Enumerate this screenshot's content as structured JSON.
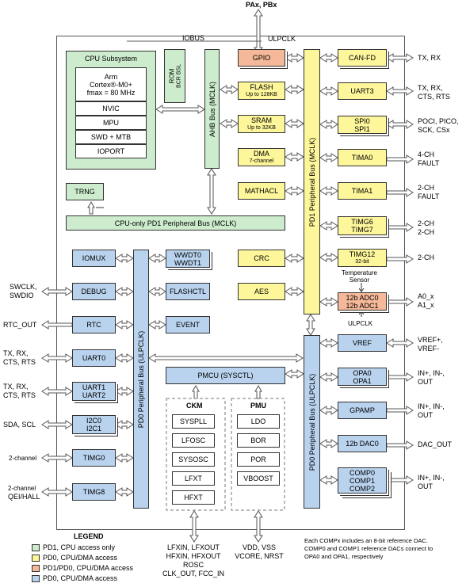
{
  "top": {
    "pins": "PAx, PBx",
    "iobus": "IOBUS",
    "ulpclk_top": "ULPCLK"
  },
  "cpu": {
    "title": "CPU Subsystem",
    "core_l1": "Arm",
    "core_l2": "Cortex®-M0+",
    "core_l3": "fmax = 80 MHz",
    "items": [
      "NVIC",
      "MPU",
      "SWD + MTB",
      "IOPORT"
    ]
  },
  "rom": {
    "label": "ROM",
    "sub": "BCR  BSL"
  },
  "ahb": {
    "label": "AHB Bus (MCLK)"
  },
  "pd1bus": {
    "label": "PD1 Peripheral Bus (MCLK)"
  },
  "pd0bus_left": {
    "label": "PD0 Peripheral Bus (ULPCLK)"
  },
  "pd0bus_right": {
    "label": "PD0 Peripheral Bus (ULPCLK)"
  },
  "cpu_only_bus": {
    "label": "CPU-only PD1 Peripheral Bus (MCLK)"
  },
  "mid": {
    "gpio": "GPIO",
    "flash": "FLASH",
    "flash_sub": "Up to 128KB",
    "sram": "SRAM",
    "sram_sub": "Up to 32KB",
    "dma": "DMA",
    "dma_sub": "7-channel",
    "mathacl": "MATHACL",
    "crc": "CRC",
    "aes": "AES",
    "trng": "TRNG"
  },
  "right": {
    "canfd": "CAN-FD",
    "uart3": "UART3",
    "spi0": "SPI0",
    "spi1": "SPI1",
    "tima0": "TIMA0",
    "tima1": "TIMA1",
    "timg6": "TIMG6",
    "timg7": "TIMG7",
    "timg12": "TIMG12",
    "timg12_sub": "32-bit",
    "temp1": "Temperature",
    "temp2": "Sensor",
    "adc0": "12b ADC0",
    "adc1": "12b ADC1",
    "ulpclk_adc": "ULPCLK",
    "vref": "VREF",
    "opa0": "OPA0",
    "opa1": "OPA1",
    "gpamp": "GPAMP",
    "dac0": "12b DAC0",
    "comp0": "COMP0",
    "comp1": "COMP1",
    "comp2": "COMP2"
  },
  "right_pins": {
    "canfd": "TX, RX",
    "uart3_1": "TX, RX,",
    "uart3_2": "CTS, RTS",
    "spi_1": "POCI, PICO,",
    "spi_2": "SCK, CSx",
    "tima0_1": "4-CH",
    "tima0_2": "FAULT",
    "tima1_1": "2-CH",
    "tima1_2": "FAULT",
    "timg67_1": "2-CH",
    "timg67_2": "2-CH",
    "timg12": "2-CH",
    "adc_1": "A0_x",
    "adc_2": "A1_x",
    "vref_1": "VREF+,",
    "vref_2": "VREF-",
    "opa_1": "IN+, IN-,",
    "opa_2": "OUT",
    "gpamp_1": "IN+, IN-,",
    "gpamp_2": "OUT",
    "dac": "DAC_OUT",
    "comp_1": "IN+, IN-,",
    "comp_2": "OUT"
  },
  "left": {
    "iomux": "IOMUX",
    "wwdt0": "WWDT0",
    "wwdt1": "WWDT1",
    "debug": "DEBUG",
    "flashctl": "FLASHCTL",
    "rtc": "RTC",
    "event": "EVENT",
    "uart0": "UART0",
    "uart1": "UART1",
    "uart2": "UART2",
    "i2c0": "I2C0",
    "i2c1": "I2C1",
    "timg0": "TIMG0",
    "timg8": "TIMG8"
  },
  "left_pins": {
    "debug_1": "SWCLK,",
    "debug_2": "SWDIO",
    "rtc": "RTC_OUT",
    "uart0_1": "TX, RX,",
    "uart0_2": "CTS, RTS",
    "uart12_1": "TX, RX,",
    "uart12_2": "CTS, RTS",
    "i2c": "SDA, SCL",
    "timg0": "2-channel",
    "timg8_1": "2-channel",
    "timg8_2": "QEI/HALL"
  },
  "pmcu": {
    "label": "PMCU (SYSCTL)",
    "ckm": "CKM",
    "ckm_items": [
      "SYSPLL",
      "LFOSC",
      "SYSOSC",
      "LFXT",
      "HFXT"
    ],
    "pmu": "PMU",
    "pmu_items": [
      "LDO",
      "BOR",
      "POR",
      "VBOOST"
    ]
  },
  "bottom": {
    "ckm_pins": [
      "LFXIN, LFXOUT",
      "HFXIN, HFXOUT",
      "ROSC",
      "CLK_OUT, FCC_IN"
    ],
    "pmu_pins": [
      "VDD, VSS",
      "VCORE, NRST"
    ]
  },
  "legend": {
    "title": "LEGEND",
    "items": [
      {
        "label": "PD1, CPU access only",
        "color": "#cdeccd"
      },
      {
        "label": "PD0, CPU/DMA access",
        "color": "#fdf69a"
      },
      {
        "label": "PD1/PD0, CPU/DMA access",
        "color": "#f5b999"
      },
      {
        "label": "PD0, CPU/DMA access",
        "color": "#b9d3ee"
      }
    ]
  },
  "note": [
    "Each COMPx includes an 8-bit reference DAC.",
    "COMP0 and COMP1 reference DACs connect to",
    "OPA0 and OPA1, respectively"
  ]
}
